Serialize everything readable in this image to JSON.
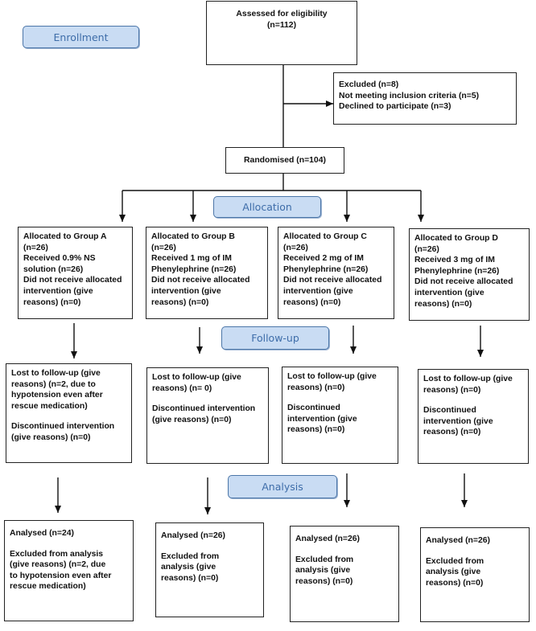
{
  "stages": {
    "enrollment": "Enrollment",
    "allocation": "Allocation",
    "followup": "Follow-up",
    "analysis": "Analysis"
  },
  "assessed": {
    "line1": "Assessed for eligibility",
    "line2": "(n=112)"
  },
  "excluded": {
    "line1": "Excluded (n=8)",
    "line2": "Not meeting inclusion criteria (n=5)",
    "line3": "Declined to participate (n=3)"
  },
  "randomised": "Randomised (n=104)",
  "groups": [
    {
      "allocation": "Allocated to Group A\n(n=26)\nReceived 0.9% NS\nsolution (n=26)\nDid not receive allocated\nintervention (give\nreasons) (n=0)",
      "followup_lost": "Lost to follow-up (give\nreasons) (n=2, due to\nhypotension even after\nrescue medication)",
      "followup_discontinued": "Discontinued intervention\n(give reasons) (n=0)",
      "analysed": "Analysed  (n=24)",
      "excluded": "Excluded from analysis\n(give reasons) (n=2, due\nto hypotension even after\nrescue medication)"
    },
    {
      "allocation": "Allocated to Group B\n(n=26)\nReceived 1 mg of IM\nPhenylephrine (n=26)\nDid not receive allocated\nintervention (give\nreasons) (n=0)",
      "followup_lost": "Lost to follow-up (give\nreasons) (n= 0)",
      "followup_discontinued": "Discontinued intervention\n(give reasons) (n=0)",
      "analysed": "Analysed  (n=26)",
      "excluded": "Excluded from\nanalysis (give\nreasons) (n=0)"
    },
    {
      "allocation": "Allocated to Group C\n(n=26)\nReceived 2 mg of IM\nPhenylephrine (n=26)\nDid not receive allocated\nintervention (give\nreasons) (n=0)",
      "followup_lost": "Lost to follow-up (give\nreasons) (n=0)",
      "followup_discontinued": "Discontinued\nintervention (give\nreasons) (n=0)",
      "analysed": "Analysed  (n=26)",
      "excluded": "Excluded from\nanalysis (give\nreasons) (n=0)"
    },
    {
      "allocation": "Allocated to Group D\n(n=26)\nReceived 3 mg of IM\nPhenylephrine (n=26)\nDid not receive allocated\nintervention (give\nreasons) (n=0)",
      "followup_lost": "Lost to follow-up (give\nreasons) (n=0)",
      "followup_discontinued": "Discontinued\nintervention (give\nreasons) (n=0)",
      "analysed": "Analysed  (n=26)",
      "excluded": "Excluded from\nanalysis (give\nreasons) (n=0)"
    }
  ]
}
